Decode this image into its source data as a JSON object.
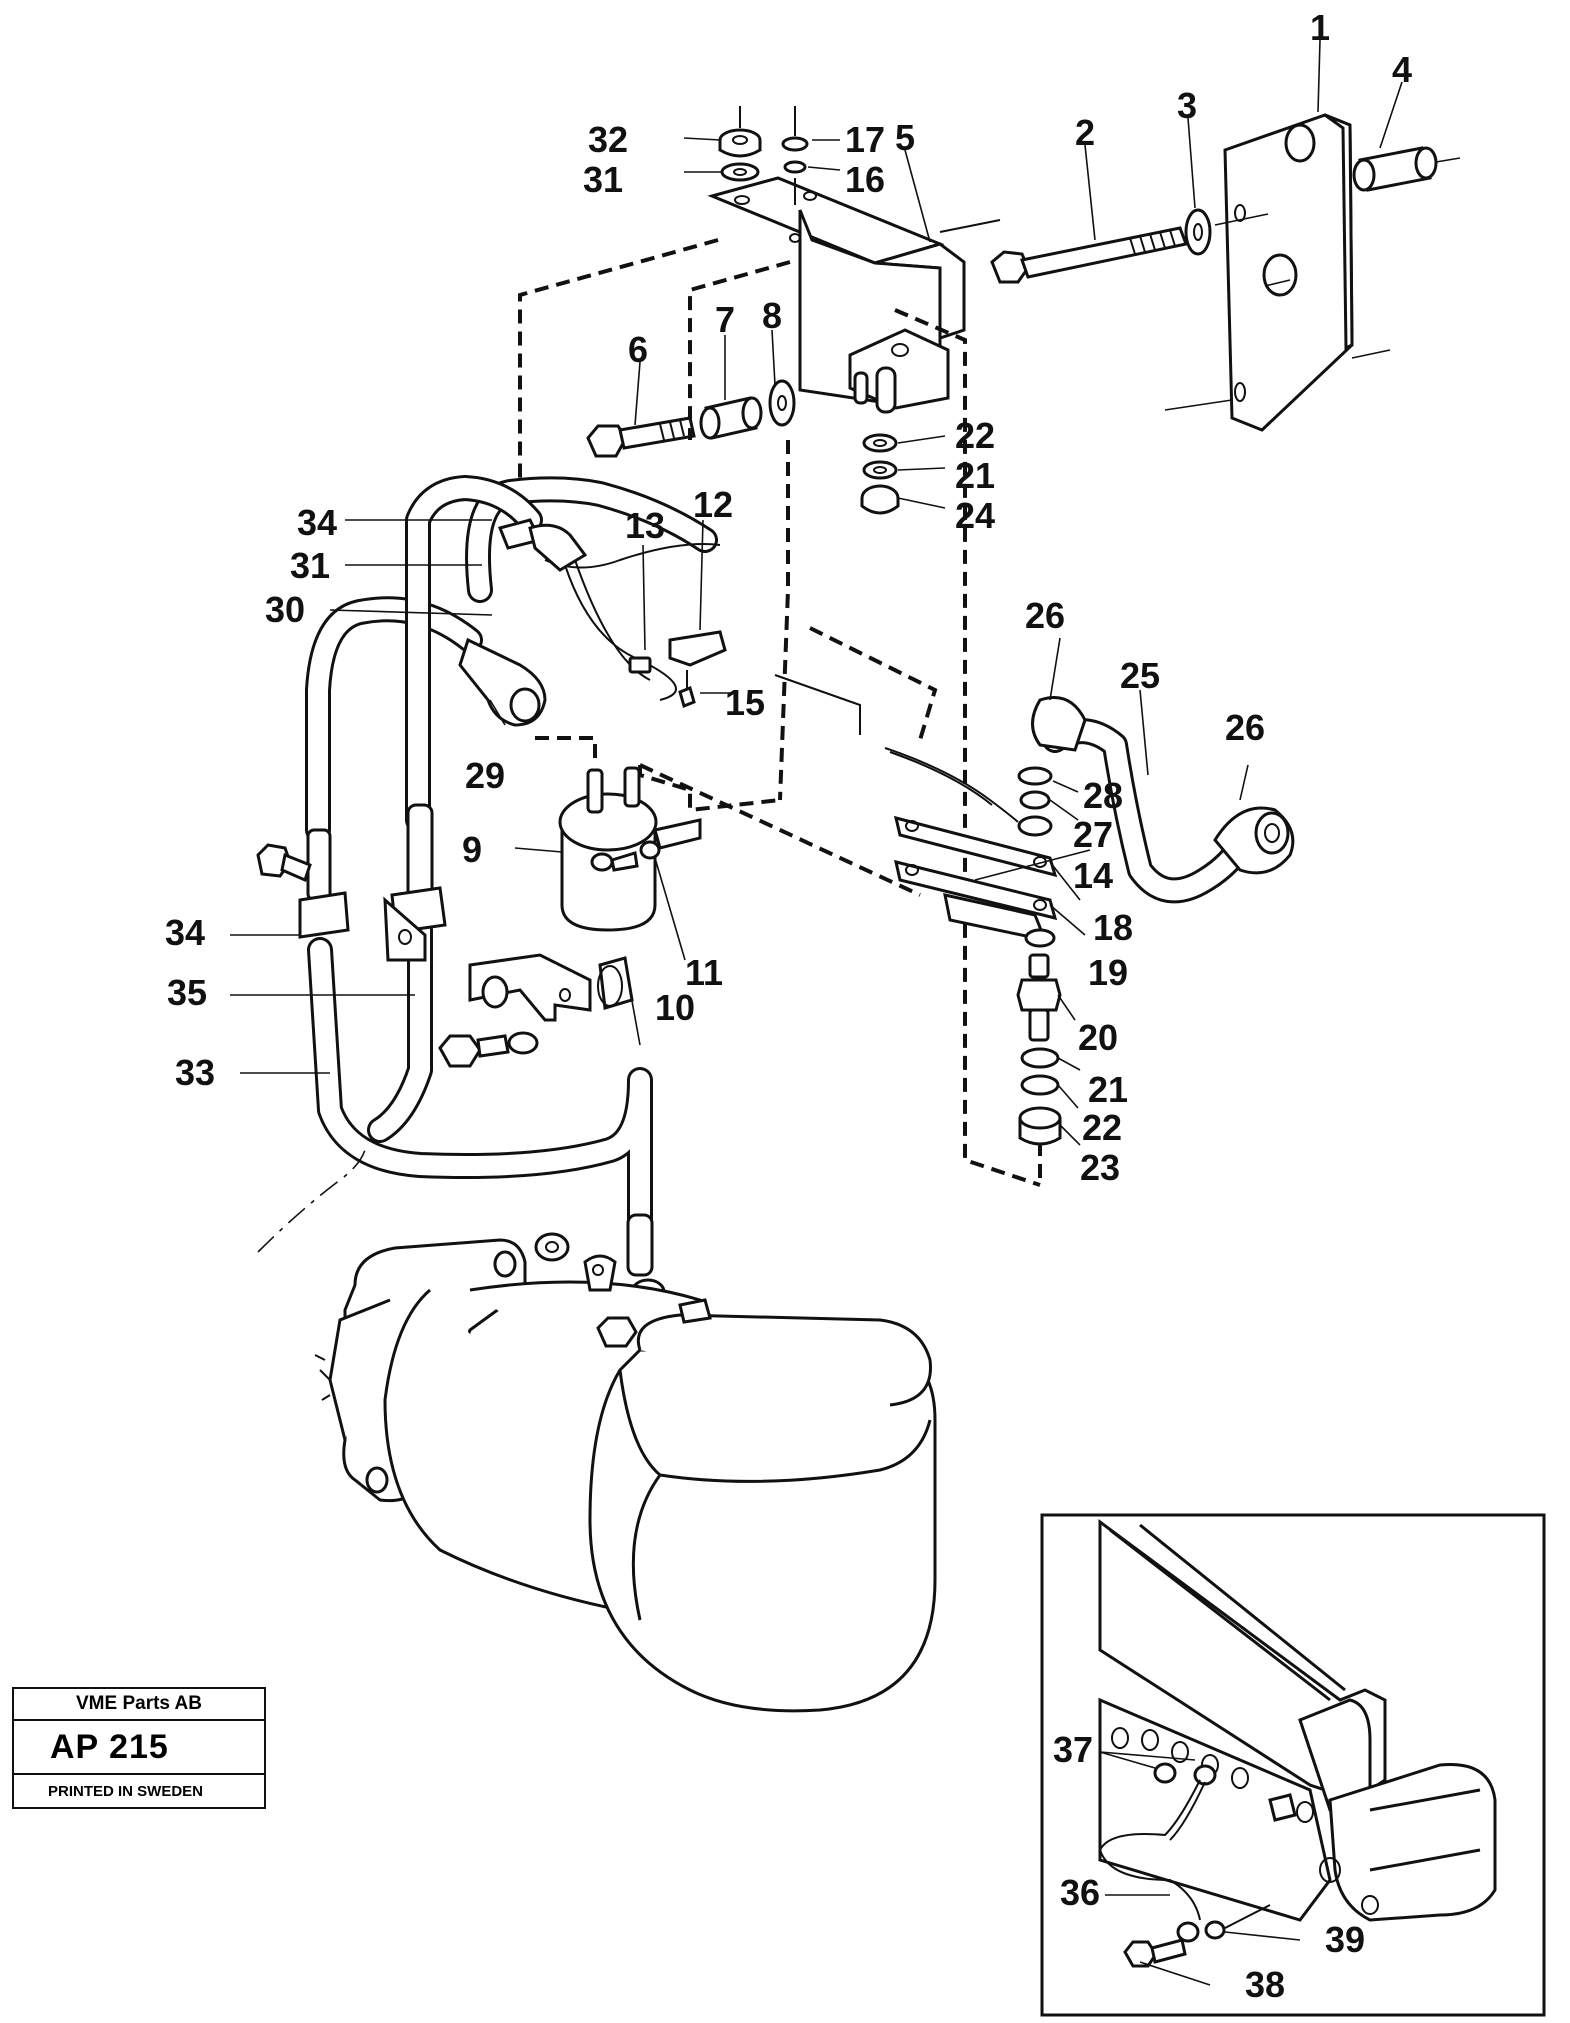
{
  "title_block": {
    "company": "VME Parts AB",
    "code": "AP 215",
    "printed": "PRINTED IN SWEDEN"
  },
  "callouts": {
    "c1": "1",
    "c2": "2",
    "c3": "3",
    "c4": "4",
    "c5": "5",
    "c6": "6",
    "c7": "7",
    "c8": "8",
    "c9": "9",
    "c10": "10",
    "c11": "11",
    "c12": "12",
    "c13": "13",
    "c14": "14",
    "c15": "15",
    "c16": "16",
    "c17": "17",
    "c18": "18",
    "c19": "19",
    "c20": "20",
    "c21a": "21",
    "c21b": "21",
    "c22a": "22",
    "c22b": "22",
    "c23": "23",
    "c24": "24",
    "c25": "25",
    "c26a": "26",
    "c26b": "26",
    "c27": "27",
    "c28": "28",
    "c29": "29",
    "c30": "30",
    "c31a": "31",
    "c31b": "31",
    "c32": "32",
    "c33": "33",
    "c34a": "34",
    "c34b": "34",
    "c35": "35",
    "c36": "36",
    "c37": "37",
    "c38": "38",
    "c39": "39"
  }
}
